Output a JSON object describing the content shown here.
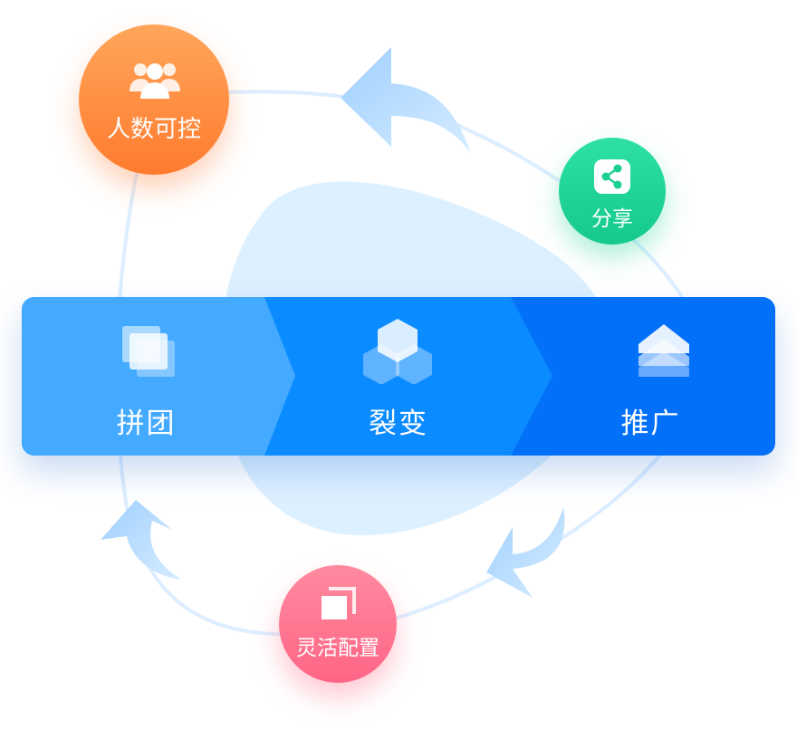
{
  "steps": [
    {
      "label": "拼团",
      "icon": "stacked-squares-icon"
    },
    {
      "label": "裂变",
      "icon": "cubes-icon"
    },
    {
      "label": "推广",
      "icon": "layers-icon"
    }
  ],
  "features": [
    {
      "label": "人数可控",
      "icon": "users-icon",
      "color": "#FF8A3D"
    },
    {
      "label": "分享",
      "icon": "share-icon",
      "color": "#1FD49A"
    },
    {
      "label": "灵活配置",
      "icon": "copy-icon",
      "color": "#FF6F8E"
    }
  ],
  "colors": {
    "segment1": "#44AAFF",
    "segment2": "#0A8BFF",
    "segment3": "#0370FA",
    "arrow": "#A9D6FF",
    "cycle": "#DCEEFF",
    "blob": "#DDF0FF"
  }
}
